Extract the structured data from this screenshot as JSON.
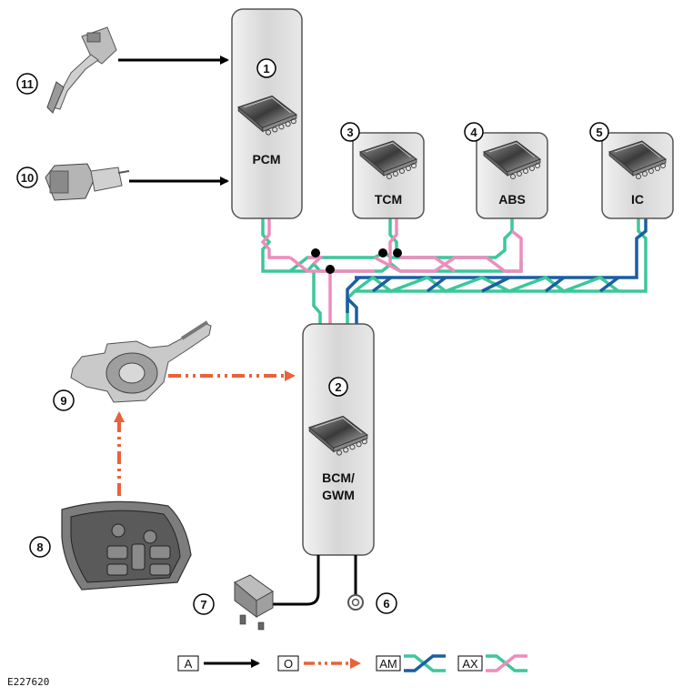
{
  "modules": {
    "pcm": {
      "number": "1",
      "name": "PCM"
    },
    "bcm": {
      "number": "2",
      "name_line1": "BCM/",
      "name_line2": "GWM"
    },
    "tcm": {
      "number": "3",
      "name": "TCM"
    },
    "abs": {
      "number": "4",
      "name": "ABS"
    },
    "ic": {
      "number": "5",
      "name": "IC"
    }
  },
  "callouts": {
    "ground": "6",
    "fuse": "7",
    "steering_wheel_switches": "8",
    "clockspring": "9",
    "brake_switch": "10",
    "accelerator_pedal": "11"
  },
  "legend": {
    "a": "A",
    "o": "O",
    "am": "AM",
    "ax": "AX"
  },
  "colors": {
    "hardwire": "#000000",
    "lin": "#e8623a",
    "can_green": "#3cc79a",
    "can_blue": "#1b5fa0",
    "can_pink": "#ee8cbc",
    "module_fill": "#d9d9d9"
  },
  "figure_ref": "E227620"
}
